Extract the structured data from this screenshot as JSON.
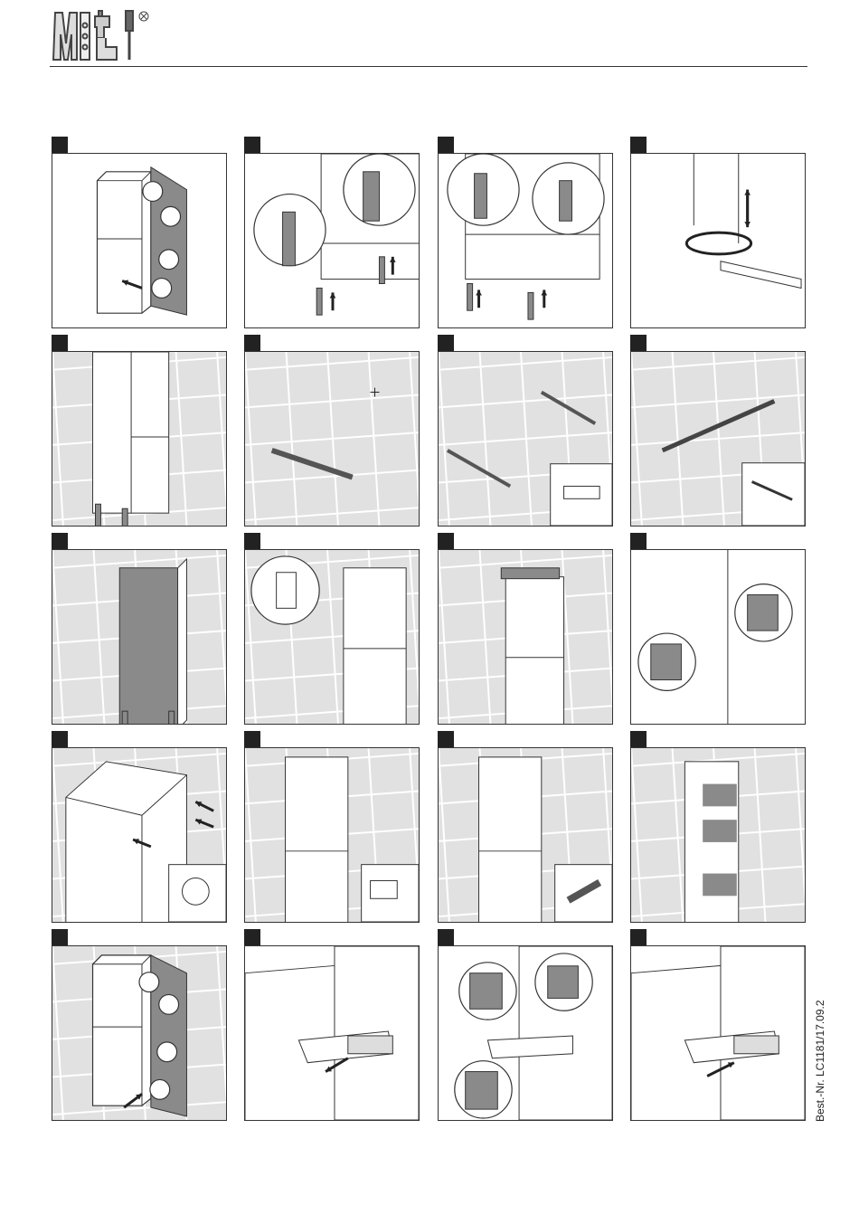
{
  "document": {
    "brand_icon": "handyman-logo-with-registered-mark",
    "order_number": "Best.-Nr. LC1181/17.09.2",
    "colors": {
      "tile": "#e1e1e1",
      "grout": "#ffffff",
      "line": "#333333",
      "gray_part": "#8a8a8a"
    }
  },
  "steps": [
    {
      "icon": "cabinet-open-door-hinges"
    },
    {
      "icon": "leg-mount-detail"
    },
    {
      "icon": "leg-mount-detail"
    },
    {
      "icon": "height-adjust-foot"
    },
    {
      "icon": "cabinet-against-wall-measure"
    },
    {
      "icon": "wall-mark-pencil"
    },
    {
      "icon": "wall-drill-bits"
    },
    {
      "icon": "wall-rail-screw"
    },
    {
      "icon": "cabinet-back-panel"
    },
    {
      "icon": "cabinet-hanger-detail"
    },
    {
      "icon": "cabinet-on-rail"
    },
    {
      "icon": "adjuster-blocks"
    },
    {
      "icon": "cabinet-top-dowels"
    },
    {
      "icon": "shelf-supports"
    },
    {
      "icon": "shelf-pins"
    },
    {
      "icon": "shelves-inserted"
    },
    {
      "icon": "door-hinges-mount"
    },
    {
      "icon": "hinge-clip-on"
    },
    {
      "icon": "hinge-adjust-detail"
    },
    {
      "icon": "hinge-clip-push"
    }
  ]
}
